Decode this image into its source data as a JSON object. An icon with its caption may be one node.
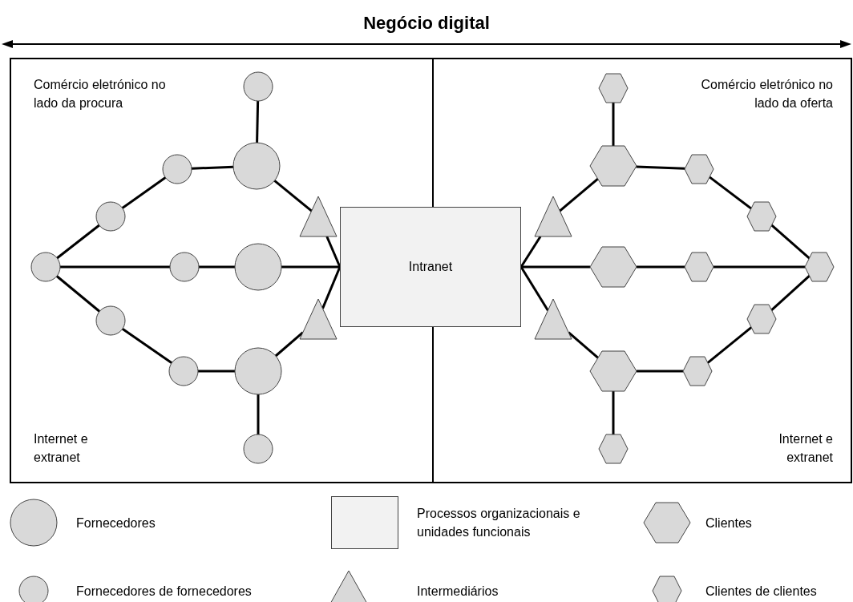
{
  "diagram": {
    "title": "Negócio digital",
    "nodes": [
      {
        "text": [
          "Comércio eletrónico no lado da procura",
          "Internet e extranet"
        ]
      },
      {
        "text": [],
        "shape": "circle",
        "in": 0
      },
      {
        "text": [],
        "shape": "circle",
        "in": 0
      },
      {
        "text": [],
        "shape": "circle",
        "in": 0
      },
      {
        "text": [],
        "shape": "circle",
        "in": 0
      },
      {
        "text": [],
        "shape": "triangle",
        "in": 0
      },
      {
        "text": [],
        "shape": "circle",
        "in": 0
      },
      {
        "text": [],
        "shape": "circle",
        "in": 0
      },
      {
        "text": [],
        "shape": "circle",
        "in": 0
      },
      {
        "text": [],
        "shape": "triangle",
        "in": 0
      },
      {
        "text": [],
        "shape": "circle",
        "in": 0
      },
      {
        "text": [],
        "shape": "circle",
        "in": 0
      },
      {
        "text": [],
        "shape": "circle",
        "in": 0
      },
      {
        "text": [],
        "shape": "circle",
        "in": 0
      },
      {
        "text": [
          "Intranet"
        ]
      },
      {
        "text": [
          "Comércio eletrónico no lado da oferta",
          "Internet e extranet"
        ]
      },
      {
        "text": [],
        "shape": "hexagon",
        "in": 15
      },
      {
        "text": [],
        "shape": "hexagon",
        "in": 15
      },
      {
        "text": [],
        "shape": "hexagon",
        "in": 15
      },
      {
        "text": [],
        "shape": "triangle",
        "in": 15
      },
      {
        "text": [],
        "shape": "hexagon",
        "in": 15
      },
      {
        "text": [],
        "shape": "hexagon",
        "in": 15
      },
      {
        "text": [],
        "shape": "hexagon",
        "in": 15
      },
      {
        "text": [],
        "shape": "hexagon",
        "in": 15
      },
      {
        "text": [],
        "shape": "triangle",
        "in": 15
      },
      {
        "text": [],
        "shape": "hexagon",
        "in": 15
      },
      {
        "text": [],
        "shape": "hexagon",
        "in": 15
      },
      {
        "text": [],
        "shape": "hexagon",
        "in": 15
      },
      {
        "text": [],
        "shape": "hexagon",
        "in": 15
      }
    ],
    "edges": [
      {
        "from": 6,
        "to": 4,
        "arrow": "none"
      },
      {
        "from": 4,
        "to": 3,
        "arrow": "none"
      },
      {
        "from": 3,
        "to": 2,
        "arrow": "none"
      },
      {
        "from": 2,
        "to": 1,
        "arrow": "none"
      },
      {
        "from": 2,
        "to": 5,
        "arrow": "none"
      },
      {
        "from": 5,
        "to": 14,
        "arrow": "none"
      },
      {
        "from": 6,
        "to": 7,
        "arrow": "none"
      },
      {
        "from": 7,
        "to": 8,
        "arrow": "none"
      },
      {
        "from": 8,
        "to": 14,
        "arrow": "none"
      },
      {
        "from": 6,
        "to": 10,
        "arrow": "none"
      },
      {
        "from": 10,
        "to": 11,
        "arrow": "none"
      },
      {
        "from": 11,
        "to": 12,
        "arrow": "none"
      },
      {
        "from": 12,
        "to": 13,
        "arrow": "none"
      },
      {
        "from": 12,
        "to": 9,
        "arrow": "none"
      },
      {
        "from": 9,
        "to": 14,
        "arrow": "none"
      },
      {
        "from": 14,
        "to": 19,
        "arrow": "none"
      },
      {
        "from": 19,
        "to": 17,
        "arrow": "none"
      },
      {
        "from": 17,
        "to": 16,
        "arrow": "none"
      },
      {
        "from": 17,
        "to": 18,
        "arrow": "none"
      },
      {
        "from": 18,
        "to": 20,
        "arrow": "none"
      },
      {
        "from": 20,
        "to": 23,
        "arrow": "none"
      },
      {
        "from": 14,
        "to": 21,
        "arrow": "none"
      },
      {
        "from": 21,
        "to": 22,
        "arrow": "none"
      },
      {
        "from": 22,
        "to": 23,
        "arrow": "none"
      },
      {
        "from": 14,
        "to": 24,
        "arrow": "none"
      },
      {
        "from": 24,
        "to": 26,
        "arrow": "none"
      },
      {
        "from": 26,
        "to": 28,
        "arrow": "none"
      },
      {
        "from": 26,
        "to": 27,
        "arrow": "none"
      },
      {
        "from": 27,
        "to": 25,
        "arrow": "none"
      },
      {
        "from": 25,
        "to": 23,
        "arrow": "none"
      }
    ],
    "legend": [
      {
        "text": "Fornecedores"
      },
      {
        "text": "Processos organizacionais e unidades funcionais"
      },
      {
        "text": "Clientes"
      },
      {
        "text": "Fornecedores de fornecedores"
      },
      {
        "text": "Intermediários"
      },
      {
        "text": "Clientes de clientes"
      }
    ]
  }
}
